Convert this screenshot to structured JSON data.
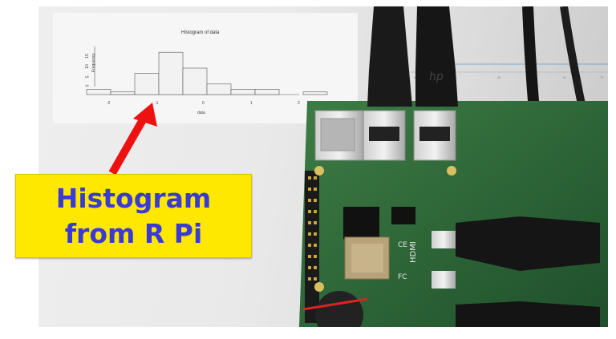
{
  "plot": {
    "title": "Histogram of data",
    "ylabel": "Frequency",
    "xlabel": "data",
    "y_ticks": [
      "0",
      "5",
      "10",
      "15"
    ],
    "x_ticks": [
      "-2",
      "-1",
      "0",
      "1",
      "2"
    ],
    "bar_counts": [
      2,
      1,
      8,
      16,
      10,
      4,
      2,
      2,
      0,
      1
    ],
    "fill_color": "#f2f2f2"
  },
  "right_plot": {
    "ticks": [
      "40",
      "45",
      "61",
      "75"
    ]
  },
  "callout": {
    "line1": "Histogram",
    "line2": "from R Pi",
    "bg_color": "#ffe800",
    "text_color": "#3a3ad4"
  },
  "arrow": {
    "color": "#ee1111"
  },
  "board": {
    "pcb_color": "#2d6b3a",
    "hdmi_label": "HDMI",
    "usb_logo": "hp",
    "ce_mark": "CE",
    "fc_mark": "FC"
  }
}
